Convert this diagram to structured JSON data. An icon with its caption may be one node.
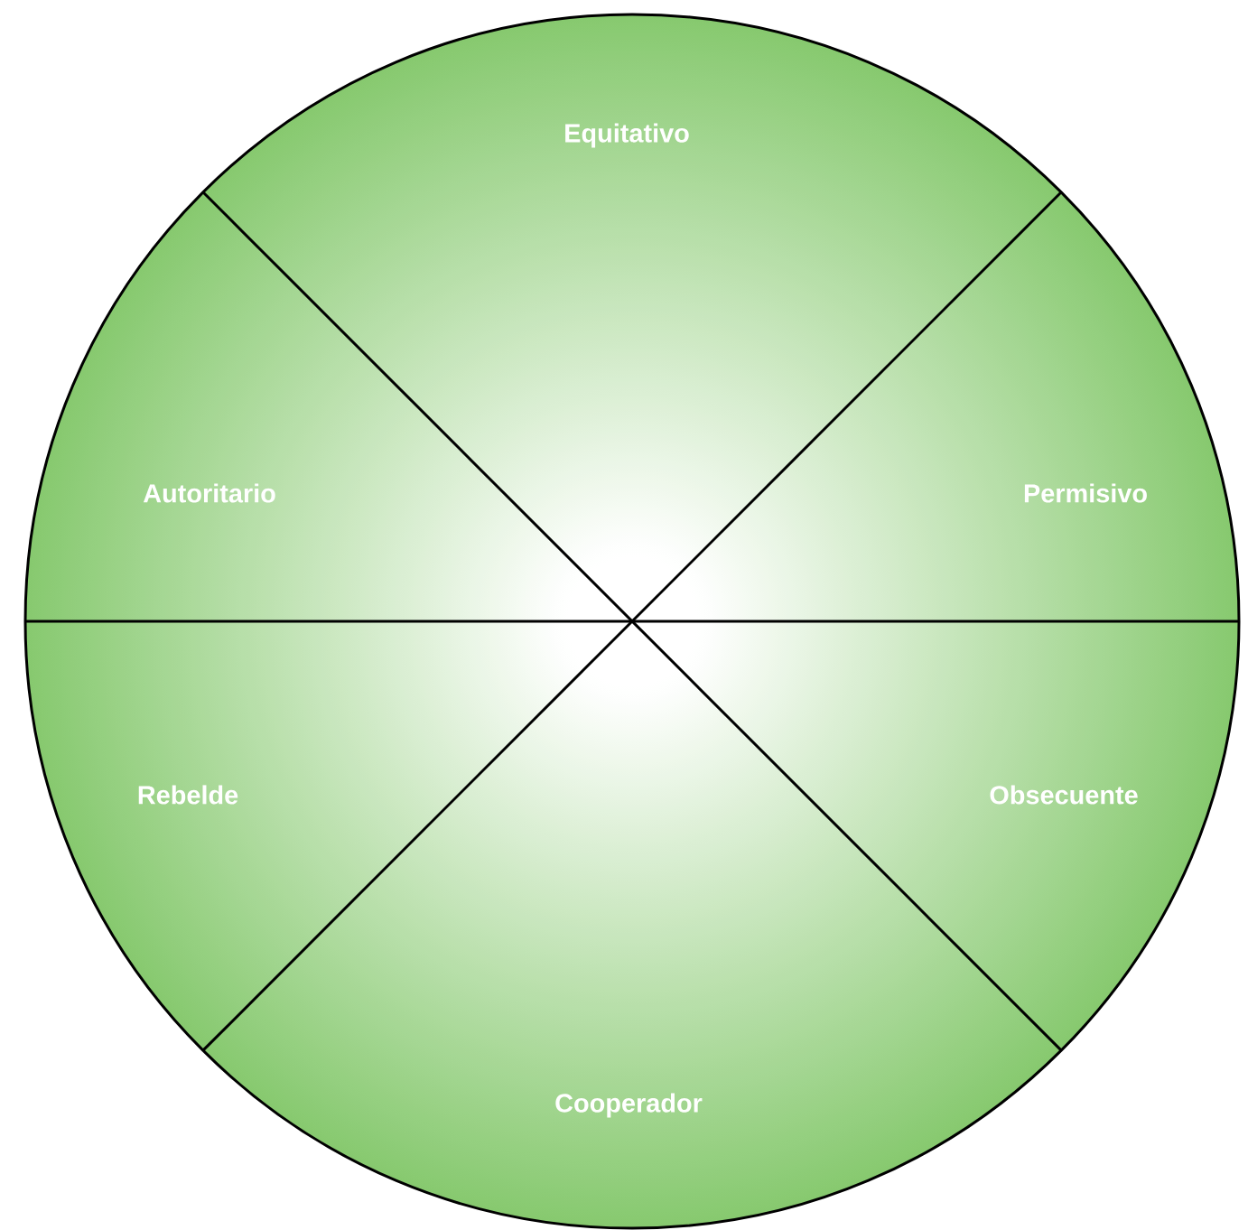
{
  "diagram": {
    "nodes": [
      {
        "text": [
          "Equitativo"
        ]
      },
      {
        "text": [
          "Autoritario"
        ]
      },
      {
        "text": [
          "Permisivo"
        ]
      },
      {
        "text": [
          "Rebelde"
        ]
      },
      {
        "text": [
          "Obsecuente"
        ]
      },
      {
        "text": [
          "Cooperador"
        ]
      }
    ]
  }
}
